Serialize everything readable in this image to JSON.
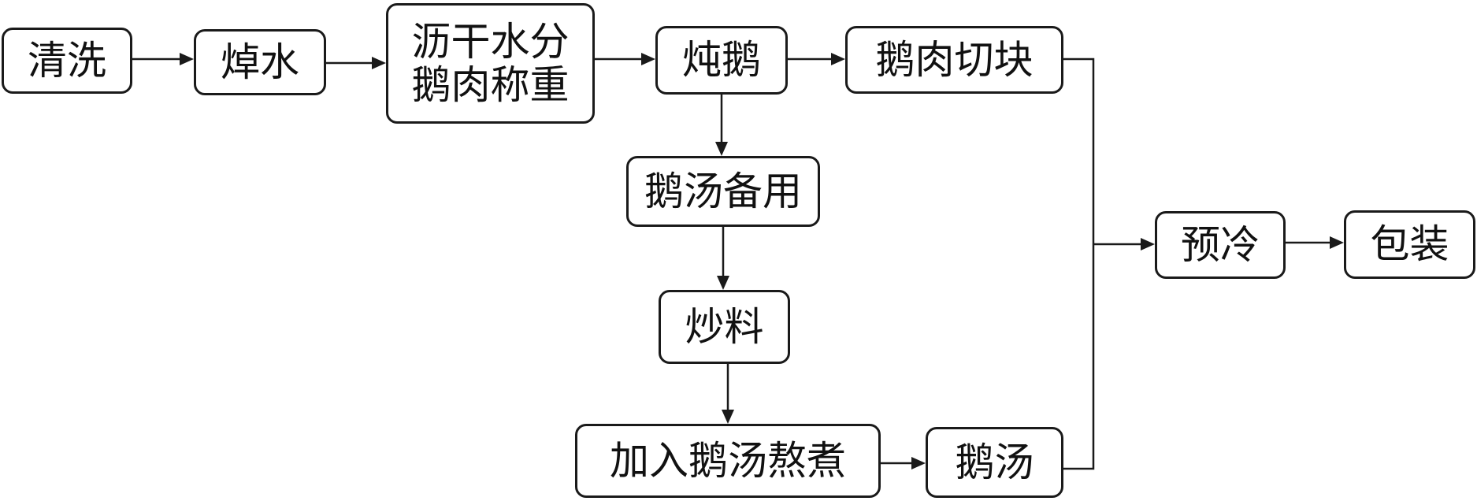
{
  "steps": {
    "wash": "清洗",
    "blanch": "焯水",
    "drain_line1": "沥干水分",
    "drain_line2": "鹅肉称重",
    "stew": "炖鹅",
    "cut": "鹅肉切块",
    "soup_reserve": "鹅汤备用",
    "stir_fry": "炒料",
    "boil": "加入鹅汤熬煮",
    "goose_soup": "鹅汤",
    "precool": "预冷",
    "package": "包装"
  }
}
